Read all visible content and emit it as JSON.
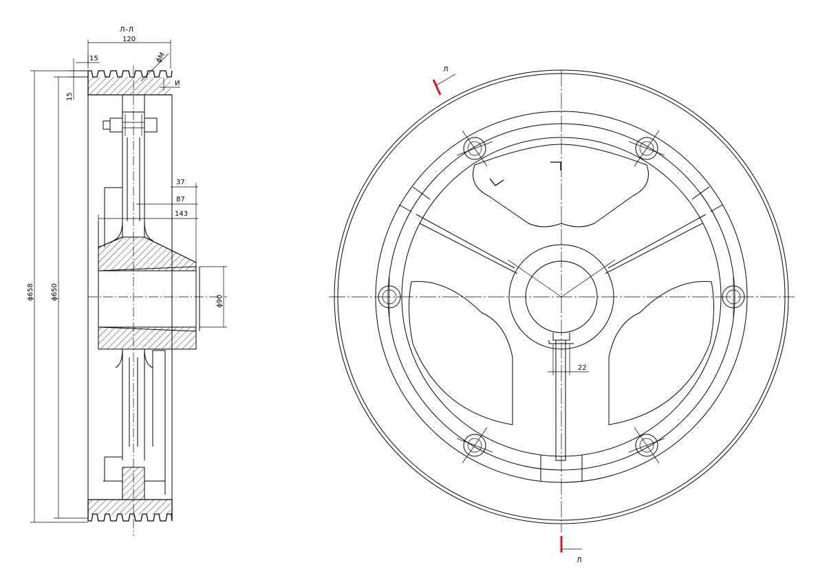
{
  "section_label": "Л–Л",
  "dimensions": {
    "overall_width": "120",
    "groove_pitch": "15",
    "groove_depth": "15",
    "pitch_dia_label": "ϕM",
    "offset_label": "И",
    "hub_offset_37": "37",
    "hub_offset_87": "87",
    "hub_length": "143",
    "bore_dia": "ϕ90",
    "outer_dia": "ϕ658",
    "pitch_dia": "ϕ650",
    "keyway_width": "22"
  },
  "cut_marks": {
    "top": "Л",
    "bottom": "Л"
  },
  "colors": {
    "line": "#000000",
    "cut_mark": "#e0141e",
    "background": "#ffffff"
  }
}
